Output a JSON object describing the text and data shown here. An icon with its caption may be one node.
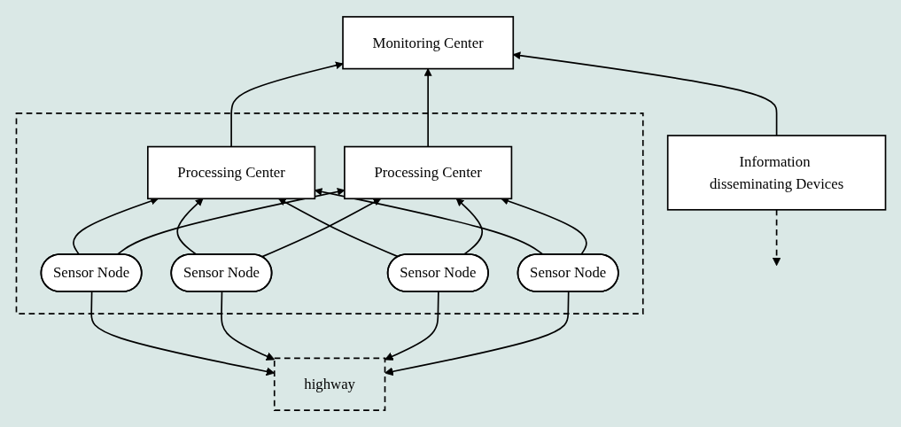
{
  "diagram": {
    "nodes": [
      {
        "text": [
          "Monitoring Center"
        ]
      },
      {
        "text": [],
        "shape": "box"
      },
      {
        "text": [
          "Processing Center"
        ],
        "in": 1
      },
      {
        "text": [
          "Processing Center"
        ],
        "in": 1
      },
      {
        "text": [
          "Sensor Node"
        ],
        "in": 1
      },
      {
        "text": [
          "Sensor Node"
        ],
        "in": 1
      },
      {
        "text": [
          "Sensor Node"
        ],
        "in": 1
      },
      {
        "text": [
          "Sensor Node"
        ],
        "in": 1
      },
      {
        "text": [
          "Information disseminating Devices"
        ]
      },
      {
        "text": [
          "highway"
        ]
      }
    ],
    "edges": [
      {
        "from": 2,
        "to": 0,
        "arrow": "to"
      },
      {
        "from": 3,
        "to": 0,
        "arrow": "to"
      },
      {
        "from": 8,
        "to": 0,
        "arrow": "to"
      },
      {
        "from": 8,
        "to": null,
        "arrow": "to",
        "style": "dashed"
      },
      {
        "from": 4,
        "to": 2,
        "arrow": "to"
      },
      {
        "from": 5,
        "to": 2,
        "arrow": "to"
      },
      {
        "from": 6,
        "to": 2,
        "arrow": "to"
      },
      {
        "from": 7,
        "to": 2,
        "arrow": "to"
      },
      {
        "from": 4,
        "to": 3,
        "arrow": "to"
      },
      {
        "from": 5,
        "to": 3,
        "arrow": "to"
      },
      {
        "from": 6,
        "to": 3,
        "arrow": "to"
      },
      {
        "from": 7,
        "to": 3,
        "arrow": "to"
      },
      {
        "from": 4,
        "to": 9,
        "arrow": "to"
      },
      {
        "from": 5,
        "to": 9,
        "arrow": "to"
      },
      {
        "from": 6,
        "to": 9,
        "arrow": "to"
      },
      {
        "from": 7,
        "to": 9,
        "arrow": "to"
      }
    ]
  }
}
